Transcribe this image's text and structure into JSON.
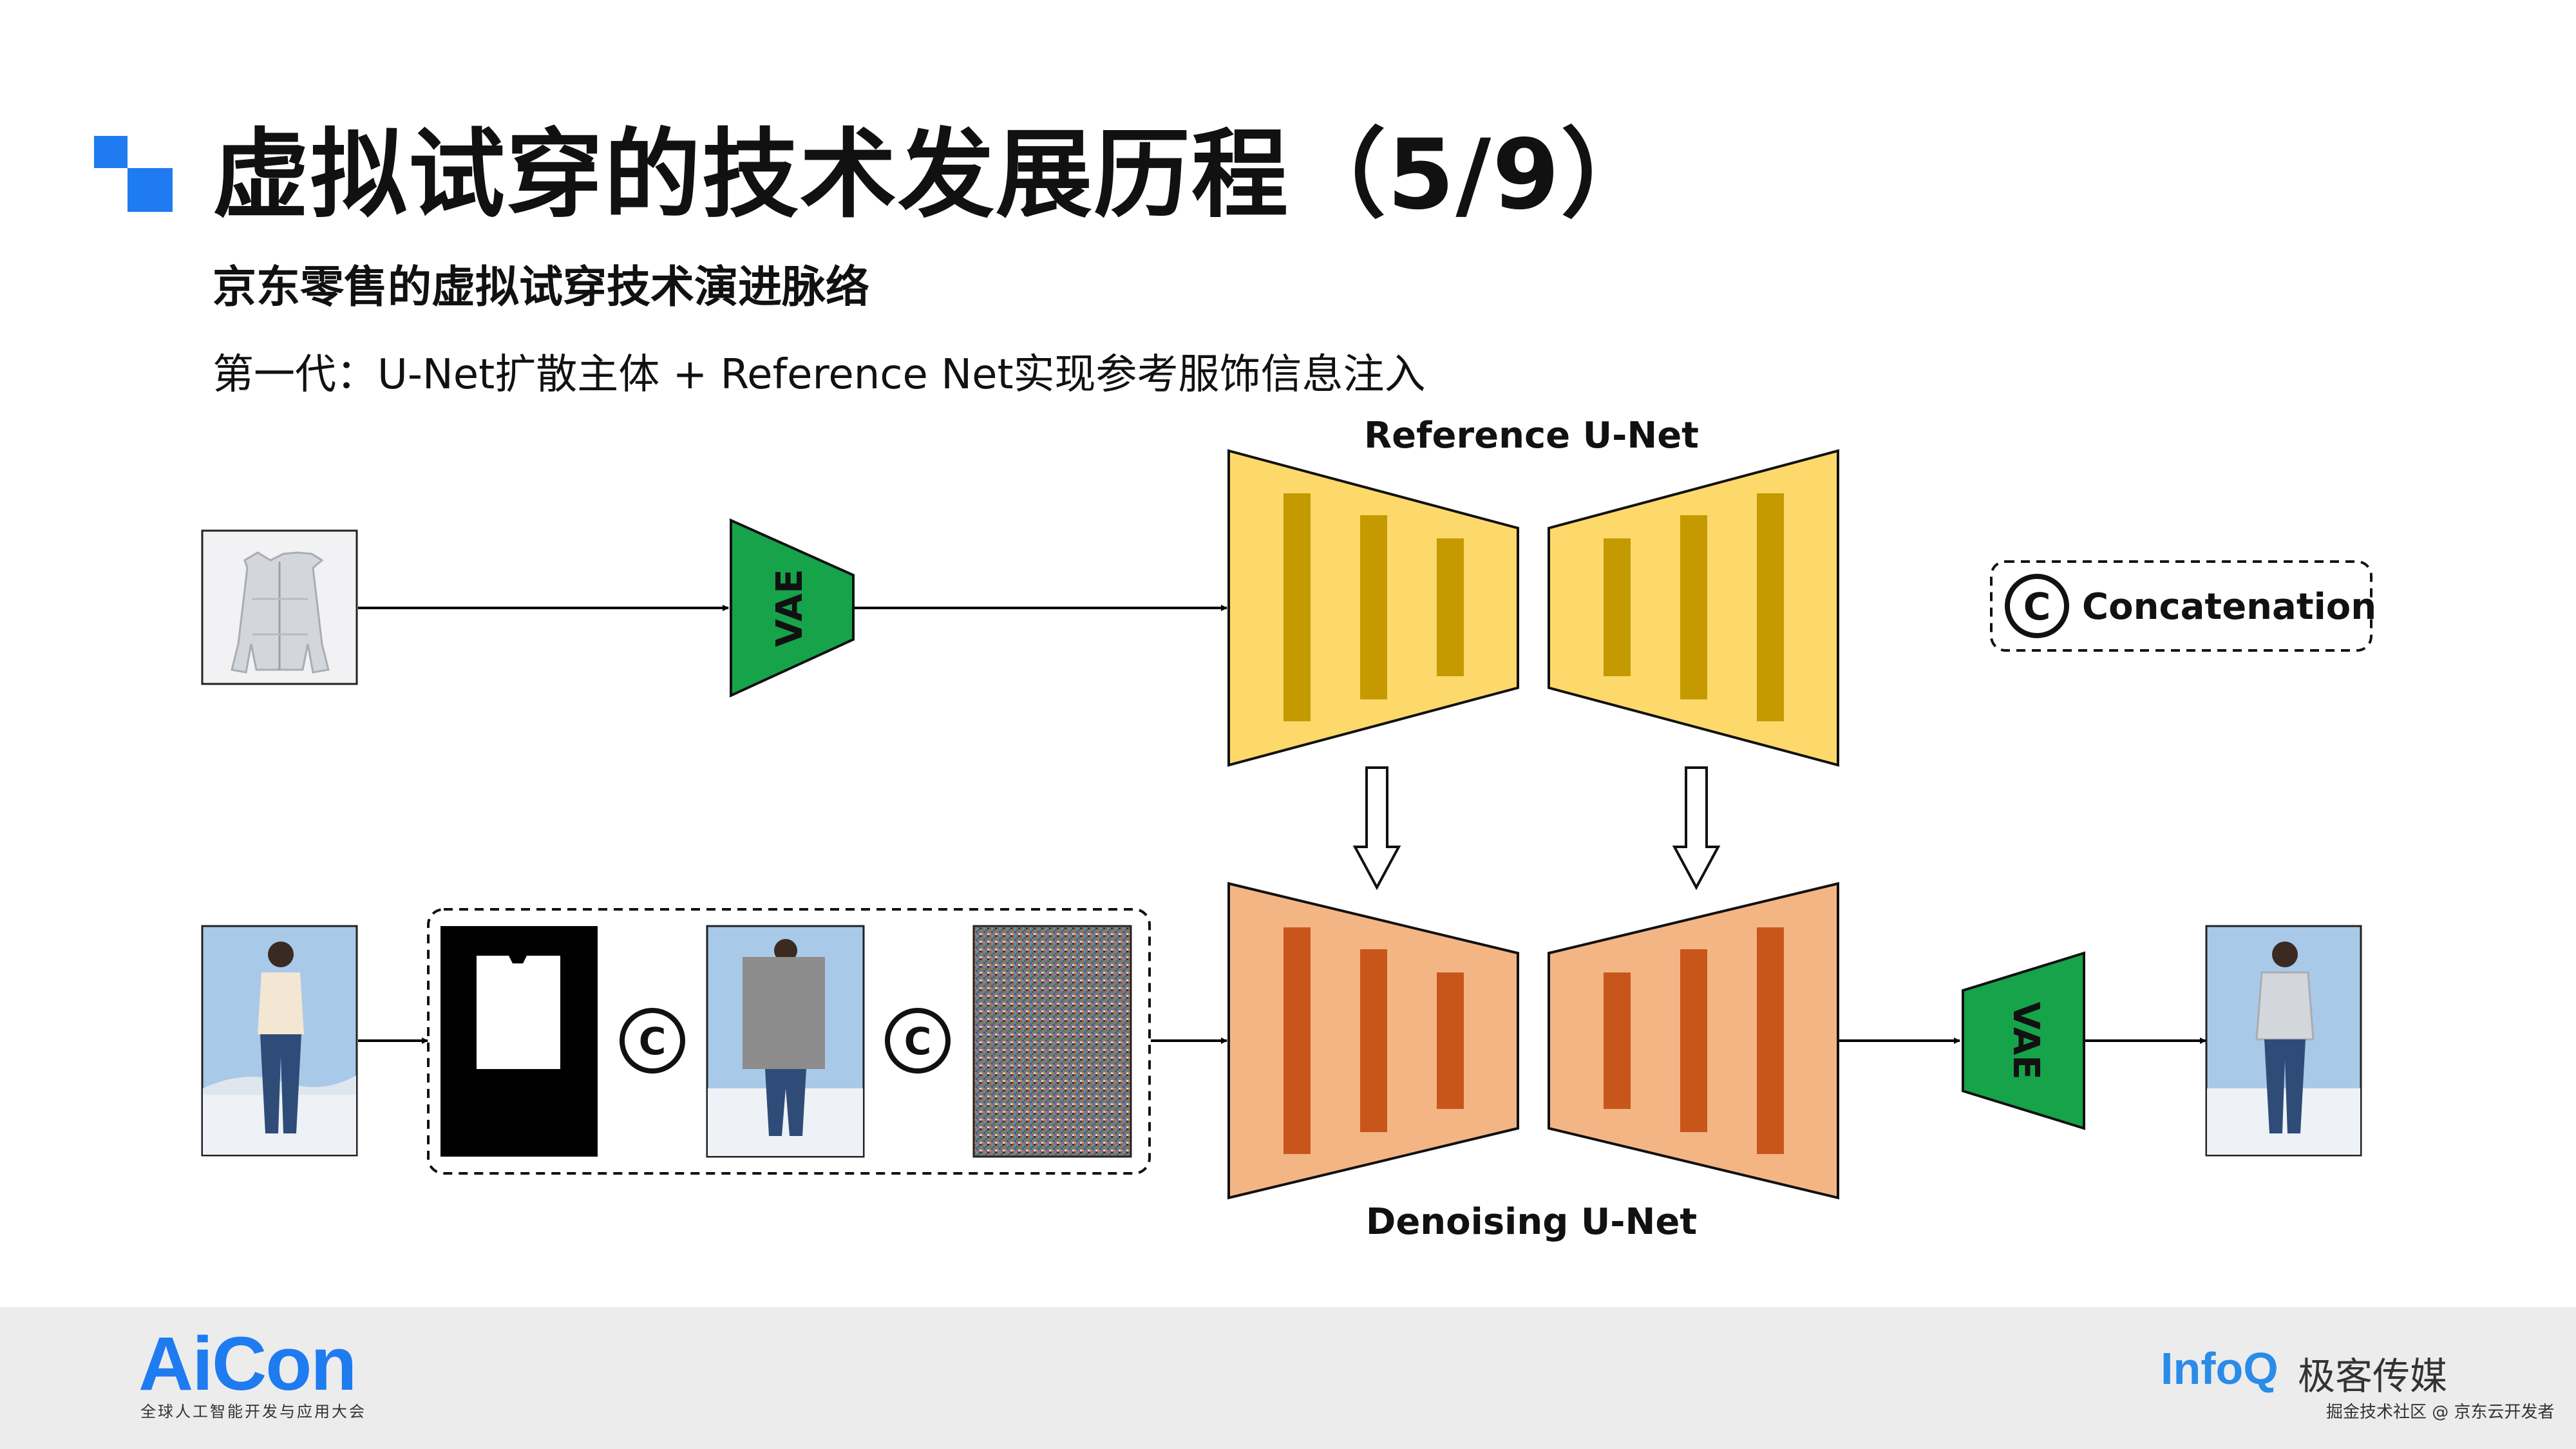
{
  "slide": {
    "title": "虚拟试穿的技术发展历程（5/9）",
    "subtitle": "京东零售的虚拟试穿技术演进脉络",
    "line": "第一代：U-Net扩散主体 + Reference Net实现参考服饰信息注入"
  },
  "diagram": {
    "reference_unet_label": "Reference U-Net",
    "denoising_unet_label": "Denoising U-Net",
    "vae_label": "VAE",
    "concat_symbol": "©",
    "legend_label": "Concatenation",
    "colors": {
      "vae": "#16a34a",
      "reference_unet_fill": "#fcd96a",
      "reference_unet_bar": "#c49a00",
      "denoising_unet_fill": "#f4b585",
      "denoising_unet_bar": "#c8561a",
      "accent": "#1f7bf0"
    }
  },
  "footer": {
    "aicon_logo": "AiCon",
    "aicon_sub": "全球人工智能开发与应用大会",
    "infoq_logo": "InfoQ",
    "jike_logo": "极客传媒",
    "jike_sub": "掘金技术社区 @ 京东云开发者"
  }
}
